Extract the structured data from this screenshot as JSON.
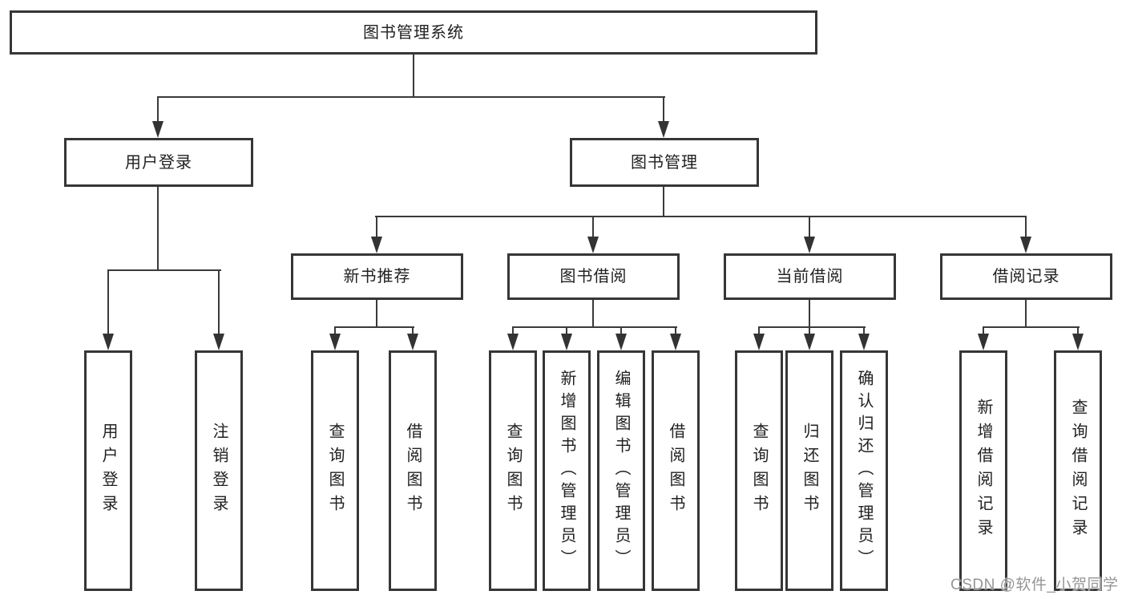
{
  "tree": {
    "root": {
      "label": "图书管理系统",
      "children": [
        {
          "label": "用户登录",
          "children": [
            {
              "label": "用户登录"
            },
            {
              "label": "注销登录"
            }
          ]
        },
        {
          "label": "图书管理",
          "children": [
            {
              "label": "新书推荐",
              "children": [
                {
                  "label": "查询图书"
                },
                {
                  "label": "借阅图书"
                }
              ]
            },
            {
              "label": "图书借阅",
              "children": [
                {
                  "label": "查询图书"
                },
                {
                  "label": "新增图书（管理员）"
                },
                {
                  "label": "编辑图书（管理员）"
                },
                {
                  "label": "借阅图书"
                }
              ]
            },
            {
              "label": "当前借阅",
              "children": [
                {
                  "label": "查询图书"
                },
                {
                  "label": "归还图书"
                },
                {
                  "label": "确认归还（管理员）"
                }
              ]
            },
            {
              "label": "借阅记录",
              "children": [
                {
                  "label": "新增借阅记录"
                },
                {
                  "label": "查询借阅记录"
                }
              ]
            }
          ]
        }
      ]
    }
  },
  "watermark": "CSDN @软件_小贺同学",
  "colors": {
    "line": "#3a3a3a",
    "box_border": "#363636",
    "text": "#212121",
    "watermark": "#969696",
    "background": "#ffffff"
  }
}
